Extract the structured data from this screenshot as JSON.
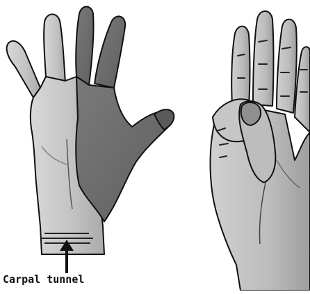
{
  "figure": {
    "caption": "Carpal tunnel",
    "illustrations": [
      {
        "name": "left-hand-palm-view",
        "highlight": "median-nerve-region"
      },
      {
        "name": "right-hand-thumb-pinch-view"
      }
    ]
  },
  "colors": {
    "outline": "#111111",
    "hand_light": "#c9c9c9",
    "hand_mid": "#b3b3b3",
    "hand_shadow": "#8f8f8f",
    "median_region": "#6e6e6e",
    "median_region_dark": "#5a5a5a"
  }
}
